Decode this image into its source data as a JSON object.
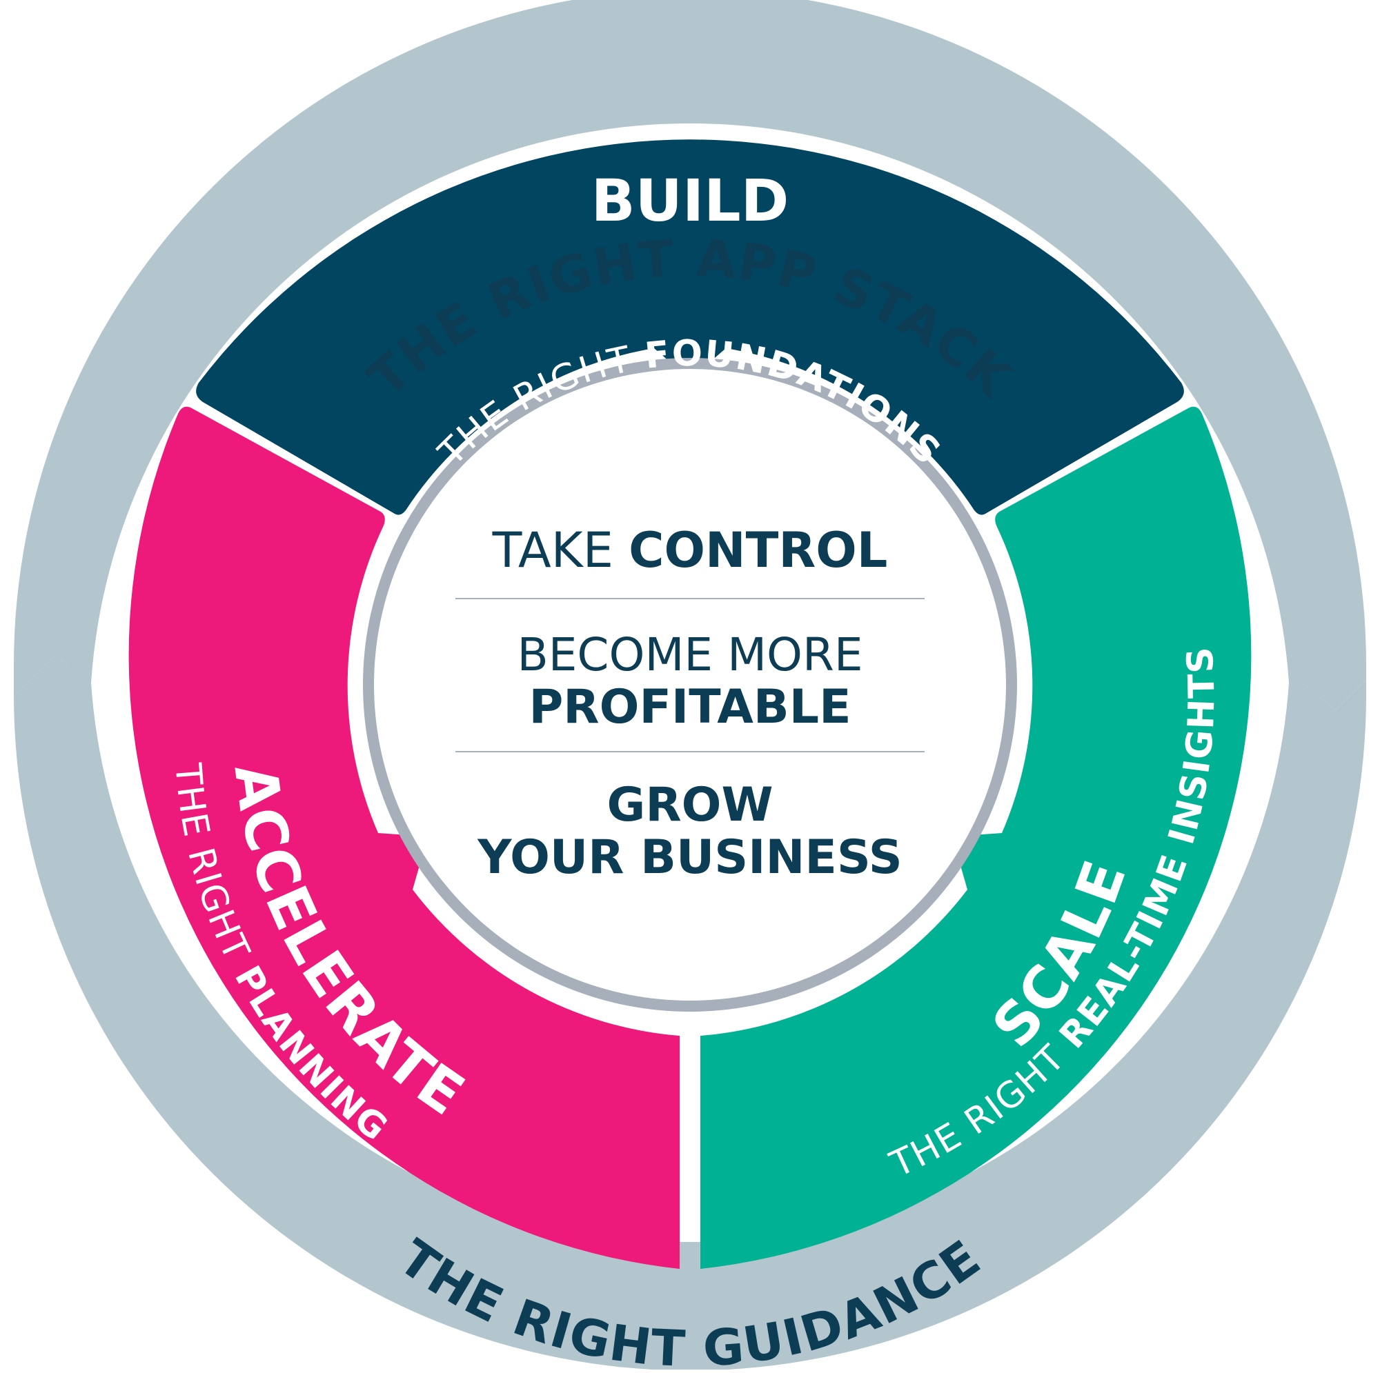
{
  "outer_ring": {
    "top_label": "THE RIGHT APP STACK",
    "bottom_label": "THE RIGHT GUIDANCE"
  },
  "segments": {
    "build": {
      "title": "BUILD",
      "sub_prefix": "THE RIGHT ",
      "sub_bold": "FOUNDATIONS"
    },
    "accelerate": {
      "title": "ACCELERATE",
      "sub_prefix": "THE RIGHT ",
      "sub_bold": "PLANNING"
    },
    "scale": {
      "title": "SCALE",
      "sub_prefix": "THE RIGHT ",
      "sub_bold": "REAL-TIME INSIGHTS"
    }
  },
  "center": {
    "line1_prefix": "TAKE ",
    "line1_bold": "CONTROL",
    "line2_light": "BECOME MORE",
    "line2_bold": "PROFITABLE",
    "line3a": "GROW",
    "line3b": "YOUR BUSINESS"
  },
  "colors": {
    "ring": "#b3c5cd",
    "navy": "#024560",
    "pink": "#ed1a7b",
    "teal": "#00b194",
    "inner_border": "#a6afba",
    "text_dark": "#0d3d55",
    "white": "#ffffff"
  }
}
